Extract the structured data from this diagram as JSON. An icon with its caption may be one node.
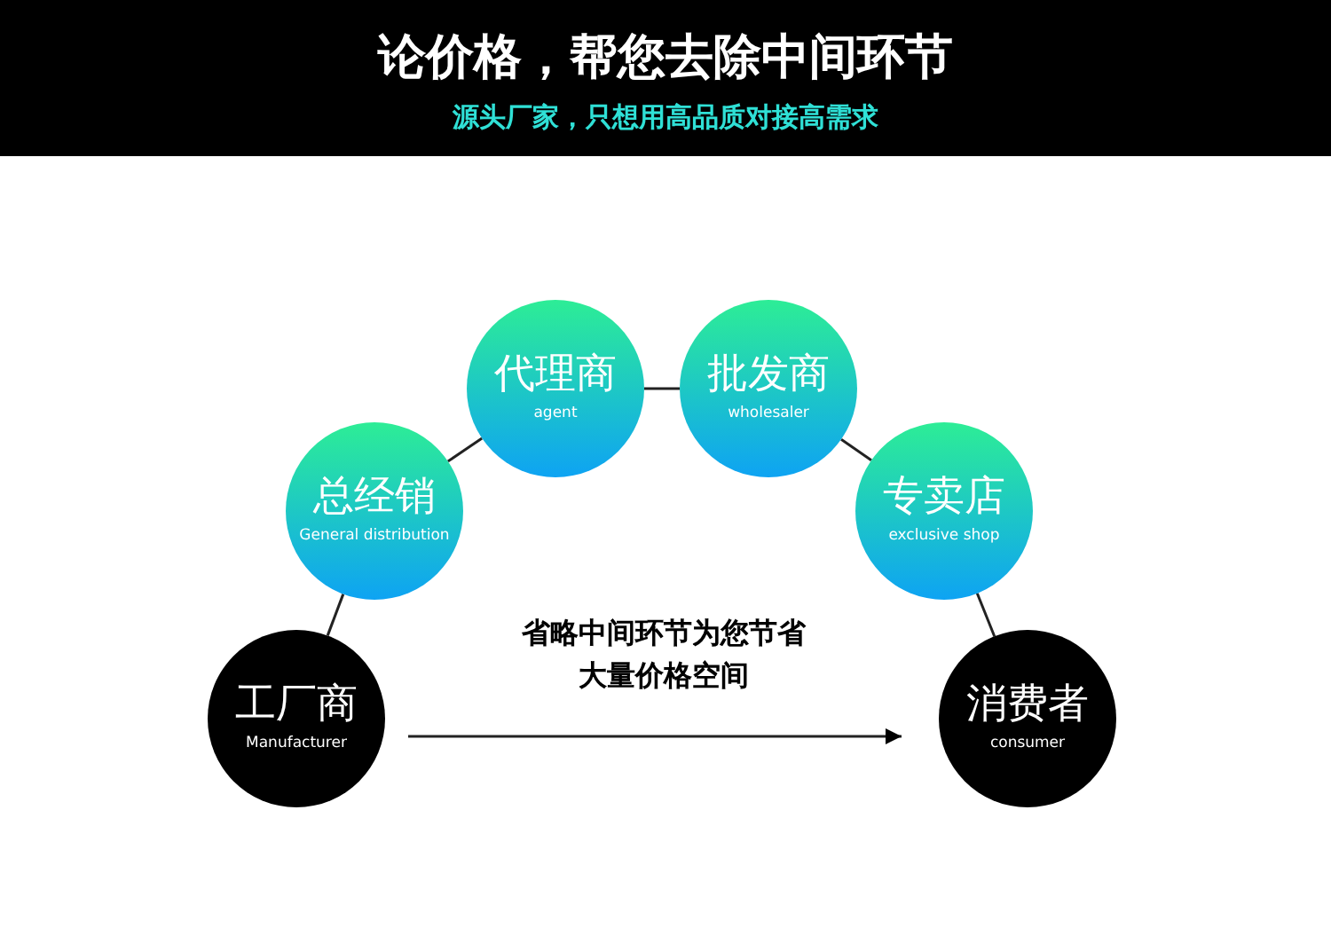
{
  "diagram": {
    "title": "论价格，帮您去除中间环节",
    "caption": "源头厂家，只想用高品质对接高需求",
    "nodes": [
      {
        "text": [
          "工厂商",
          "Manufacturer"
        ]
      },
      {
        "text": [
          "总经销",
          "General distribution"
        ]
      },
      {
        "text": [
          "代理商",
          "agent"
        ]
      },
      {
        "text": [
          "批发商",
          "wholesaler"
        ]
      },
      {
        "text": [
          "专卖店",
          "exclusive shop"
        ]
      },
      {
        "text": [
          "消费者",
          "consumer"
        ]
      }
    ],
    "edges": [
      {
        "from": 0,
        "to": 1,
        "arrow": "none"
      },
      {
        "from": 1,
        "to": 2,
        "arrow": "none"
      },
      {
        "from": 2,
        "to": 3,
        "arrow": "none"
      },
      {
        "from": 3,
        "to": 4,
        "arrow": "none"
      },
      {
        "from": 4,
        "to": 5,
        "arrow": "none"
      },
      {
        "from": 0,
        "to": 5,
        "arrow": "to",
        "label": "省略中间环节为您节省大量价格空间"
      }
    ]
  }
}
